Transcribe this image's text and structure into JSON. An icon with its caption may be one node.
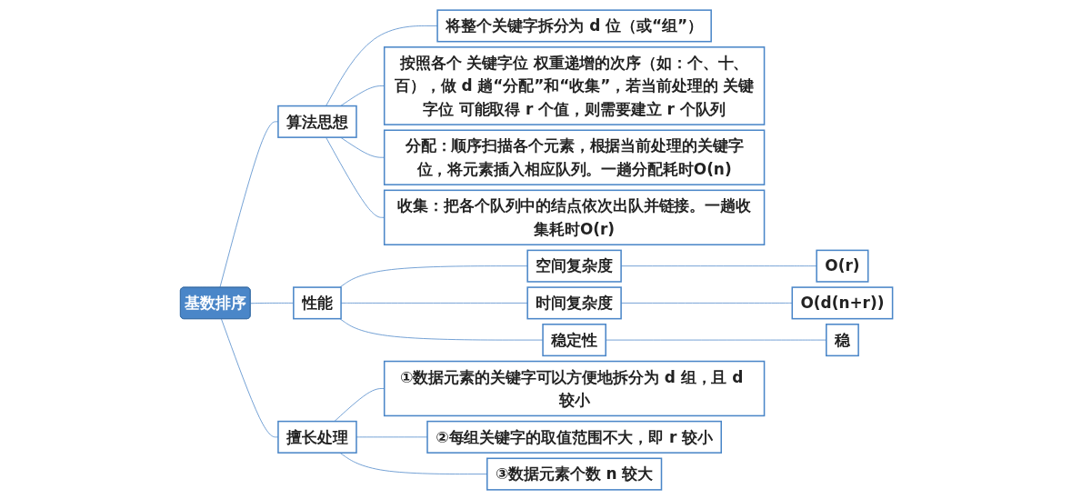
{
  "diagram": {
    "nodes": [
      {
        "text": [
          "基数排序"
        ]
      },
      {
        "text": [
          "算法思想"
        ]
      },
      {
        "text": [
          "将整个关键字拆分为 d 位（或“组”）"
        ]
      },
      {
        "text": [
          "按照各个 关键字位 权重递增的次序（如：个、十、百），做 d 趟“分配”和“收集”，若当前处理的 关键字位 可能取得 r 个值，则需要建立 r 个队列"
        ]
      },
      {
        "text": [
          "分配：顺序扫描各个元素，根据当前处理的关键字位，将元素插入相应队列。一趟分配耗时O(n)"
        ]
      },
      {
        "text": [
          "收集：把各个队列中的结点依次出队并链接。一趟收集耗时O(r)"
        ]
      },
      {
        "text": [
          "性能"
        ]
      },
      {
        "text": [
          "空间复杂度"
        ]
      },
      {
        "text": [
          "O(r)"
        ]
      },
      {
        "text": [
          "时间复杂度"
        ]
      },
      {
        "text": [
          "O(d(n+r))"
        ]
      },
      {
        "text": [
          "稳定性"
        ]
      },
      {
        "text": [
          "稳"
        ]
      },
      {
        "text": [
          "擅长处理"
        ]
      },
      {
        "text": [
          "①数据元素的关键字可以方便地拆分为 d 组，且 d 较小"
        ]
      },
      {
        "text": [
          "②每组关键字的取值范围不大，即 r 较小"
        ]
      },
      {
        "text": [
          "③数据元素个数 n 较大"
        ]
      }
    ],
    "edges": [
      {
        "from": 0,
        "to": 1,
        "arrow": "none"
      },
      {
        "from": 1,
        "to": 2,
        "arrow": "none"
      },
      {
        "from": 1,
        "to": 3,
        "arrow": "none"
      },
      {
        "from": 1,
        "to": 4,
        "arrow": "none"
      },
      {
        "from": 1,
        "to": 5,
        "arrow": "none"
      },
      {
        "from": 0,
        "to": 6,
        "arrow": "none"
      },
      {
        "from": 6,
        "to": 7,
        "arrow": "none"
      },
      {
        "from": 7,
        "to": 8,
        "arrow": "none"
      },
      {
        "from": 6,
        "to": 9,
        "arrow": "none"
      },
      {
        "from": 9,
        "to": 10,
        "arrow": "none"
      },
      {
        "from": 6,
        "to": 11,
        "arrow": "none"
      },
      {
        "from": 11,
        "to": 12,
        "arrow": "none"
      },
      {
        "from": 0,
        "to": 13,
        "arrow": "none"
      },
      {
        "from": 13,
        "to": 14,
        "arrow": "none"
      },
      {
        "from": 13,
        "to": 15,
        "arrow": "none"
      },
      {
        "from": 13,
        "to": 16,
        "arrow": "none"
      }
    ]
  }
}
